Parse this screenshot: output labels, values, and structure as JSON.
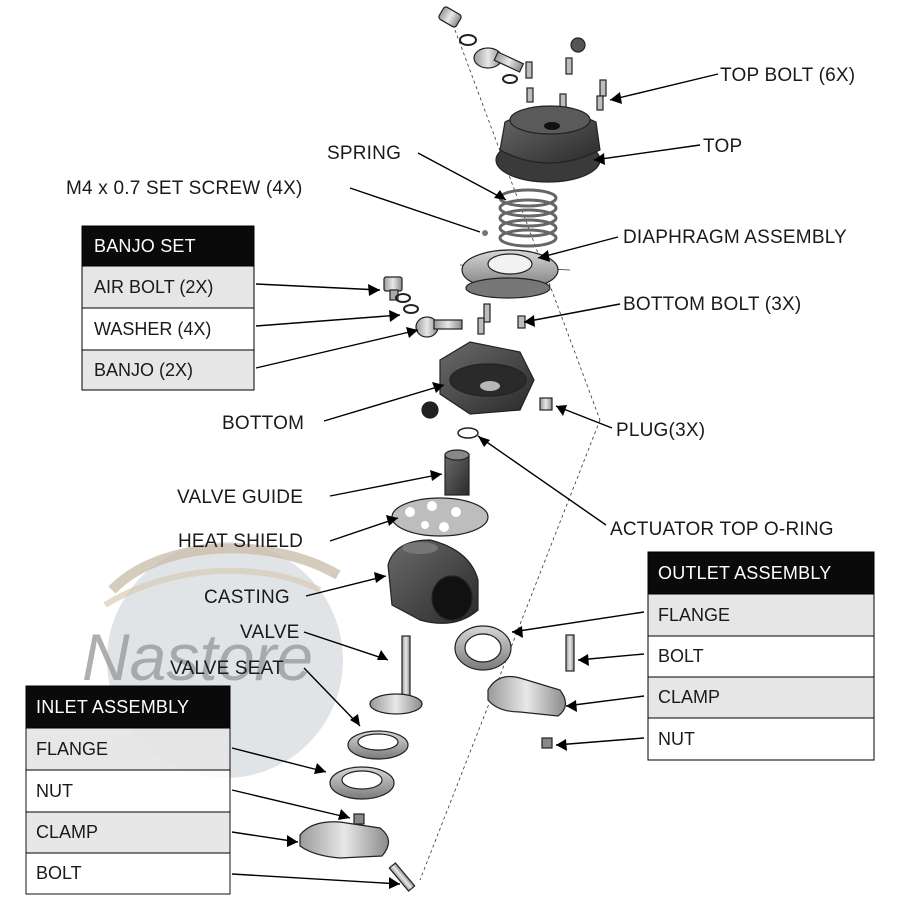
{
  "labels": {
    "top_bolt": "TOP BOLT (6X)",
    "top": "TOP",
    "spring": "SPRING",
    "set_screw": "M4 x 0.7 SET SCREW (4X)",
    "diaphragm": "DIAPHRAGM  ASSEMBLY",
    "bottom_bolt": "BOTTOM BOLT (3X)",
    "plug": "PLUG(3X)",
    "bottom": "BOTTOM",
    "valve_guide": "VALVE GUIDE",
    "actuator_oring": "ACTUATOR TOP O-RING",
    "heat_shield": "HEAT SHIELD",
    "casting": "CASTING",
    "valve": "VALVE",
    "valve_seat": "VALVE SEAT"
  },
  "banjo_set": {
    "title": "BANJO SET",
    "items": [
      "AIR BOLT (2X)",
      "WASHER (4X)",
      "BANJO (2X)"
    ]
  },
  "outlet_assembly": {
    "title": "OUTLET ASSEMBLY",
    "items": [
      "FLANGE",
      "BOLT",
      "CLAMP",
      "NUT"
    ]
  },
  "inlet_assembly": {
    "title": "INLET ASSEMBLY",
    "items": [
      "FLANGE",
      "NUT",
      "CLAMP",
      "BOLT"
    ]
  },
  "watermark": "Nastore",
  "colors": {
    "header_bg": "#0a0a0a",
    "row_shade": "#e6e6e6",
    "row_white": "#ffffff",
    "part_dark": "#3a3a3a",
    "part_mid": "#8a8a8a",
    "part_light": "#c8c8c8"
  }
}
